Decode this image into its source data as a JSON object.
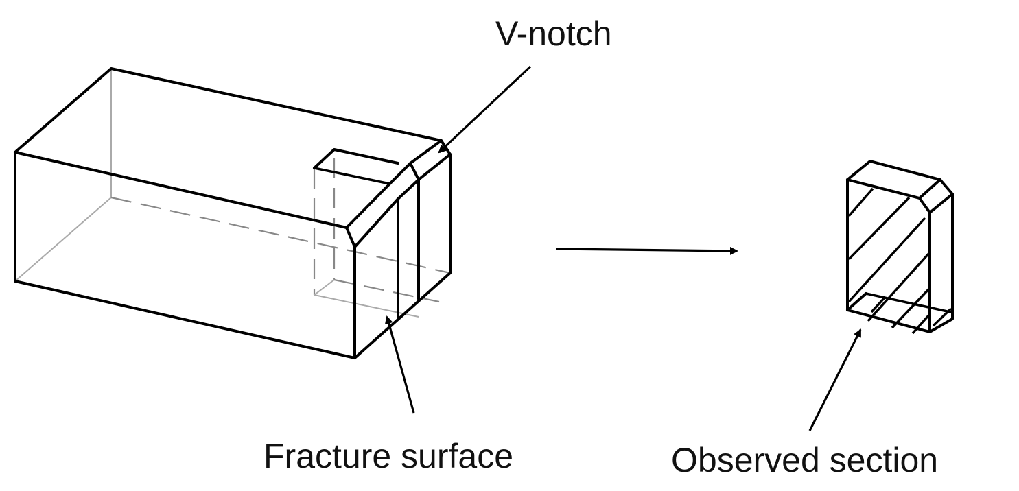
{
  "labels": {
    "v_notch": "V-notch",
    "fracture_surface": "Fracture surface",
    "observed_section": "Observed section"
  },
  "colors": {
    "line": "#000000",
    "hidden_line": "#888888",
    "background": "#ffffff"
  }
}
